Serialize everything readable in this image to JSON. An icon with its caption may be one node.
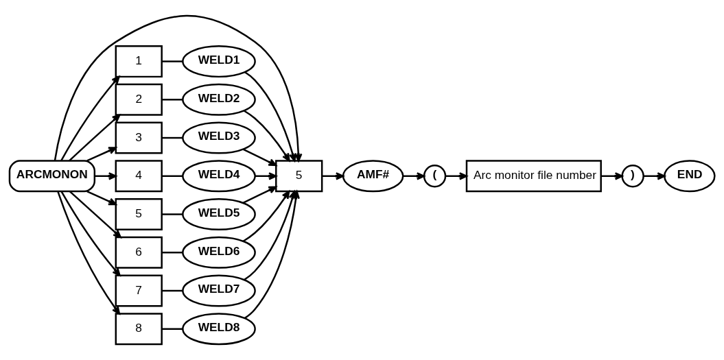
{
  "diagram": {
    "nodes": [
      {
        "text": [
          "ARCMONON"
        ]
      },
      {
        "text": [
          "5"
        ]
      },
      {
        "text": [
          "AMF#"
        ]
      },
      {
        "text": [
          "("
        ]
      },
      {
        "text": [
          "Arc monitor file number"
        ]
      },
      {
        "text": [
          ")"
        ]
      },
      {
        "text": [
          "END"
        ]
      },
      {
        "text": [
          "1"
        ]
      },
      {
        "text": [
          "WELD1"
        ]
      },
      {
        "text": [
          "2"
        ]
      },
      {
        "text": [
          "WELD2"
        ]
      },
      {
        "text": [
          "3"
        ]
      },
      {
        "text": [
          "WELD3"
        ]
      },
      {
        "text": [
          "4"
        ]
      },
      {
        "text": [
          "WELD4"
        ]
      },
      {
        "text": [
          "5"
        ]
      },
      {
        "text": [
          "WELD5"
        ]
      },
      {
        "text": [
          "6"
        ]
      },
      {
        "text": [
          "WELD6"
        ]
      },
      {
        "text": [
          "7"
        ]
      },
      {
        "text": [
          "WELD7"
        ]
      },
      {
        "text": [
          "8"
        ]
      },
      {
        "text": [
          "WELD8"
        ]
      }
    ],
    "edges": [
      {
        "from": 0,
        "to": 1,
        "arrow": "to"
      },
      {
        "from": 0,
        "to": 7,
        "arrow": "to"
      },
      {
        "from": 7,
        "to": 8,
        "arrow": "none"
      },
      {
        "from": 8,
        "to": 1,
        "arrow": "to"
      },
      {
        "from": 0,
        "to": 9,
        "arrow": "to"
      },
      {
        "from": 9,
        "to": 10,
        "arrow": "none"
      },
      {
        "from": 10,
        "to": 1,
        "arrow": "to"
      },
      {
        "from": 0,
        "to": 11,
        "arrow": "to"
      },
      {
        "from": 11,
        "to": 12,
        "arrow": "none"
      },
      {
        "from": 12,
        "to": 1,
        "arrow": "to"
      },
      {
        "from": 0,
        "to": 13,
        "arrow": "to"
      },
      {
        "from": 13,
        "to": 14,
        "arrow": "none"
      },
      {
        "from": 14,
        "to": 1,
        "arrow": "to"
      },
      {
        "from": 0,
        "to": 15,
        "arrow": "to"
      },
      {
        "from": 15,
        "to": 16,
        "arrow": "none"
      },
      {
        "from": 16,
        "to": 1,
        "arrow": "to"
      },
      {
        "from": 0,
        "to": 17,
        "arrow": "to"
      },
      {
        "from": 17,
        "to": 18,
        "arrow": "none"
      },
      {
        "from": 18,
        "to": 1,
        "arrow": "to"
      },
      {
        "from": 0,
        "to": 19,
        "arrow": "to"
      },
      {
        "from": 19,
        "to": 20,
        "arrow": "none"
      },
      {
        "from": 20,
        "to": 1,
        "arrow": "to"
      },
      {
        "from": 0,
        "to": 21,
        "arrow": "to"
      },
      {
        "from": 21,
        "to": 22,
        "arrow": "none"
      },
      {
        "from": 22,
        "to": 1,
        "arrow": "to"
      },
      {
        "from": 1,
        "to": 2,
        "arrow": "to"
      },
      {
        "from": 2,
        "to": 3,
        "arrow": "to"
      },
      {
        "from": 3,
        "to": 4,
        "arrow": "to"
      },
      {
        "from": 4,
        "to": 5,
        "arrow": "to"
      },
      {
        "from": 5,
        "to": 6,
        "arrow": "to"
      }
    ]
  }
}
